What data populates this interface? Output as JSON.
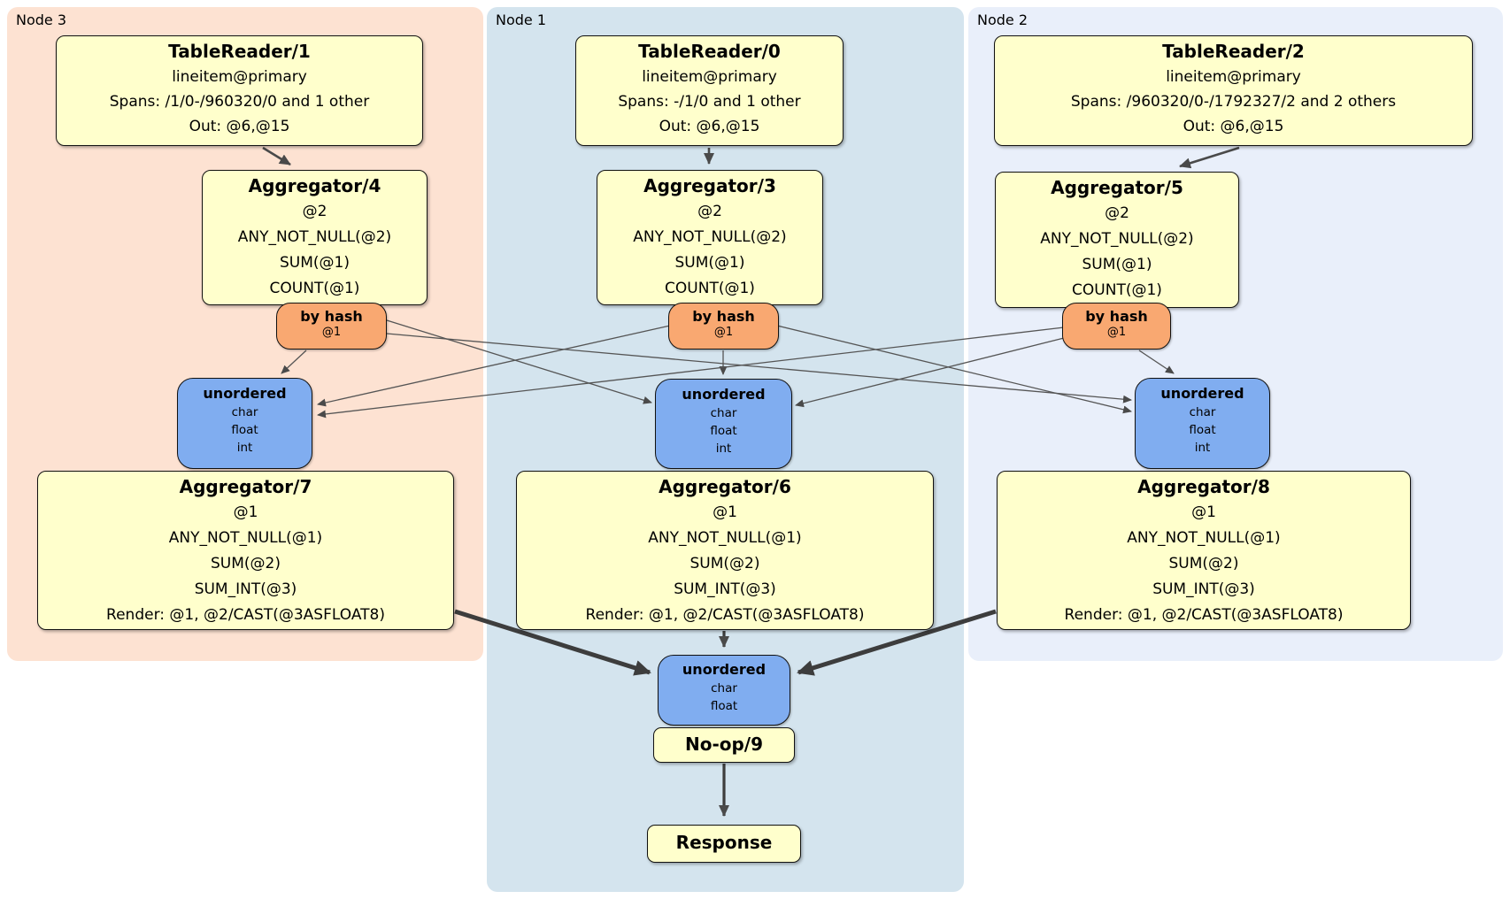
{
  "colors": {
    "node3_bg": "#FDE2D2",
    "node1_bg": "#D4E4EE",
    "node2_bg": "#E9EFFA",
    "processor_box": "#FFFFCC",
    "router_box": "#F9A871",
    "sync_box": "#80ADF0",
    "edge": "#4A4A4A"
  },
  "groups": {
    "node3": {
      "label": "Node 3",
      "tr": {
        "title": "TableReader/1",
        "lines": [
          "lineitem@primary",
          "Spans: /1/0-/960320/0 and 1 other",
          "Out: @6,@15"
        ]
      },
      "agg_top": {
        "title": "Aggregator/4",
        "lines": [
          "@2",
          "ANY_NOT_NULL(@2)",
          "SUM(@1)",
          "COUNT(@1)"
        ]
      },
      "router": {
        "title": "by hash",
        "sub": "@1"
      },
      "sync": {
        "title": "unordered",
        "types": [
          "char",
          "float",
          "int"
        ]
      },
      "agg_bottom": {
        "title": "Aggregator/7",
        "lines": [
          "@1",
          "ANY_NOT_NULL(@1)",
          "SUM(@2)",
          "SUM_INT(@3)",
          "Render: @1, @2/CAST(@3ASFLOAT8)"
        ]
      }
    },
    "node1": {
      "label": "Node 1",
      "tr": {
        "title": "TableReader/0",
        "lines": [
          "lineitem@primary",
          "Spans: -/1/0 and 1 other",
          "Out: @6,@15"
        ]
      },
      "agg_top": {
        "title": "Aggregator/3",
        "lines": [
          "@2",
          "ANY_NOT_NULL(@2)",
          "SUM(@1)",
          "COUNT(@1)"
        ]
      },
      "router": {
        "title": "by hash",
        "sub": "@1"
      },
      "sync": {
        "title": "unordered",
        "types": [
          "char",
          "float",
          "int"
        ]
      },
      "agg_bottom": {
        "title": "Aggregator/6",
        "lines": [
          "@1",
          "ANY_NOT_NULL(@1)",
          "SUM(@2)",
          "SUM_INT(@3)",
          "Render: @1, @2/CAST(@3ASFLOAT8)"
        ]
      }
    },
    "node2": {
      "label": "Node 2",
      "tr": {
        "title": "TableReader/2",
        "lines": [
          "lineitem@primary",
          "Spans: /960320/0-/1792327/2 and 2 others",
          "Out: @6,@15"
        ]
      },
      "agg_top": {
        "title": "Aggregator/5",
        "lines": [
          "@2",
          "ANY_NOT_NULL(@2)",
          "SUM(@1)",
          "COUNT(@1)"
        ]
      },
      "router": {
        "title": "by hash",
        "sub": "@1"
      },
      "sync": {
        "title": "unordered",
        "types": [
          "char",
          "float",
          "int"
        ]
      },
      "agg_bottom": {
        "title": "Aggregator/8",
        "lines": [
          "@1",
          "ANY_NOT_NULL(@1)",
          "SUM(@2)",
          "SUM_INT(@3)",
          "Render: @1, @2/CAST(@3ASFLOAT8)"
        ]
      }
    }
  },
  "final": {
    "sync": {
      "title": "unordered",
      "types": [
        "char",
        "float"
      ]
    },
    "noop": "No-op/9",
    "response": "Response"
  }
}
